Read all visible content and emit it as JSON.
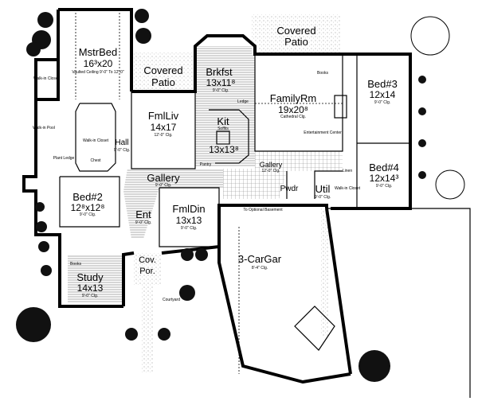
{
  "rooms": {
    "master_bed": {
      "name": "MstrBed",
      "size": "16³x20",
      "note": "Vaulted Ceiling 9'-0\" To 12'-0\""
    },
    "covered_patio_left": {
      "line1": "Covered",
      "line2": "Patio"
    },
    "covered_patio_top": {
      "line1": "Covered",
      "line2": "Patio"
    },
    "breakfast": {
      "name": "Brkfst",
      "size": "13x11⁸",
      "note": "9'-0\" Clg."
    },
    "kitchen": {
      "name": "Kit",
      "size": "13x13⁸",
      "soffit": "Soffits"
    },
    "family_room": {
      "name": "FamilyRm",
      "size": "19x20⁸",
      "note": "Cathedral Clg."
    },
    "formal_living": {
      "name": "FmlLiv",
      "size": "14x17",
      "note": "12'-0\" Clg."
    },
    "hall": {
      "name": "Hall",
      "note": "9'-0\" Clg."
    },
    "gallery_main": {
      "name": "Gallery",
      "note": "9'-0\" Clg."
    },
    "gallery_right": {
      "name": "Gallery",
      "note": "12'-0\" Clg."
    },
    "bed2": {
      "name": "Bed#2",
      "size": "12⁸x12⁸",
      "note": "9'-0\" Clg."
    },
    "bed3": {
      "name": "Bed#3",
      "size": "12x14",
      "note": "9'-0\" Clg."
    },
    "bed4": {
      "name": "Bed#4",
      "size": "12x14³",
      "note": "9'-0\" Clg."
    },
    "entry": {
      "name": "Ent",
      "note": "9'-0\" Clg."
    },
    "formal_dining": {
      "name": "FmlDin",
      "size": "13x13",
      "note": "9'-0\" Clg."
    },
    "study": {
      "name": "Study",
      "size": "14x13",
      "note": "9'-0\" Clg."
    },
    "covered_porch": {
      "line1": "Cov.",
      "line2": "Por."
    },
    "powder": {
      "name": "Pwdr"
    },
    "utility": {
      "name": "Util",
      "note": "9'-0\" Clg."
    },
    "garage": {
      "name": "3-CarGar",
      "note": "8'-4\" Clg."
    }
  },
  "annotations": {
    "walk_in_closet": "Walk-in Closet",
    "books": "Books",
    "entertainment_center": "Entertainment Center",
    "linen": "Linen",
    "to_basement": "To Optional Basement",
    "courtyard": "Courtyard",
    "ledge": "Ledge",
    "pantry": "Pantry",
    "chest": "Chest",
    "plant_ledge": "Plant Ledge",
    "walk_in_pool": "Walk-in Pool"
  }
}
